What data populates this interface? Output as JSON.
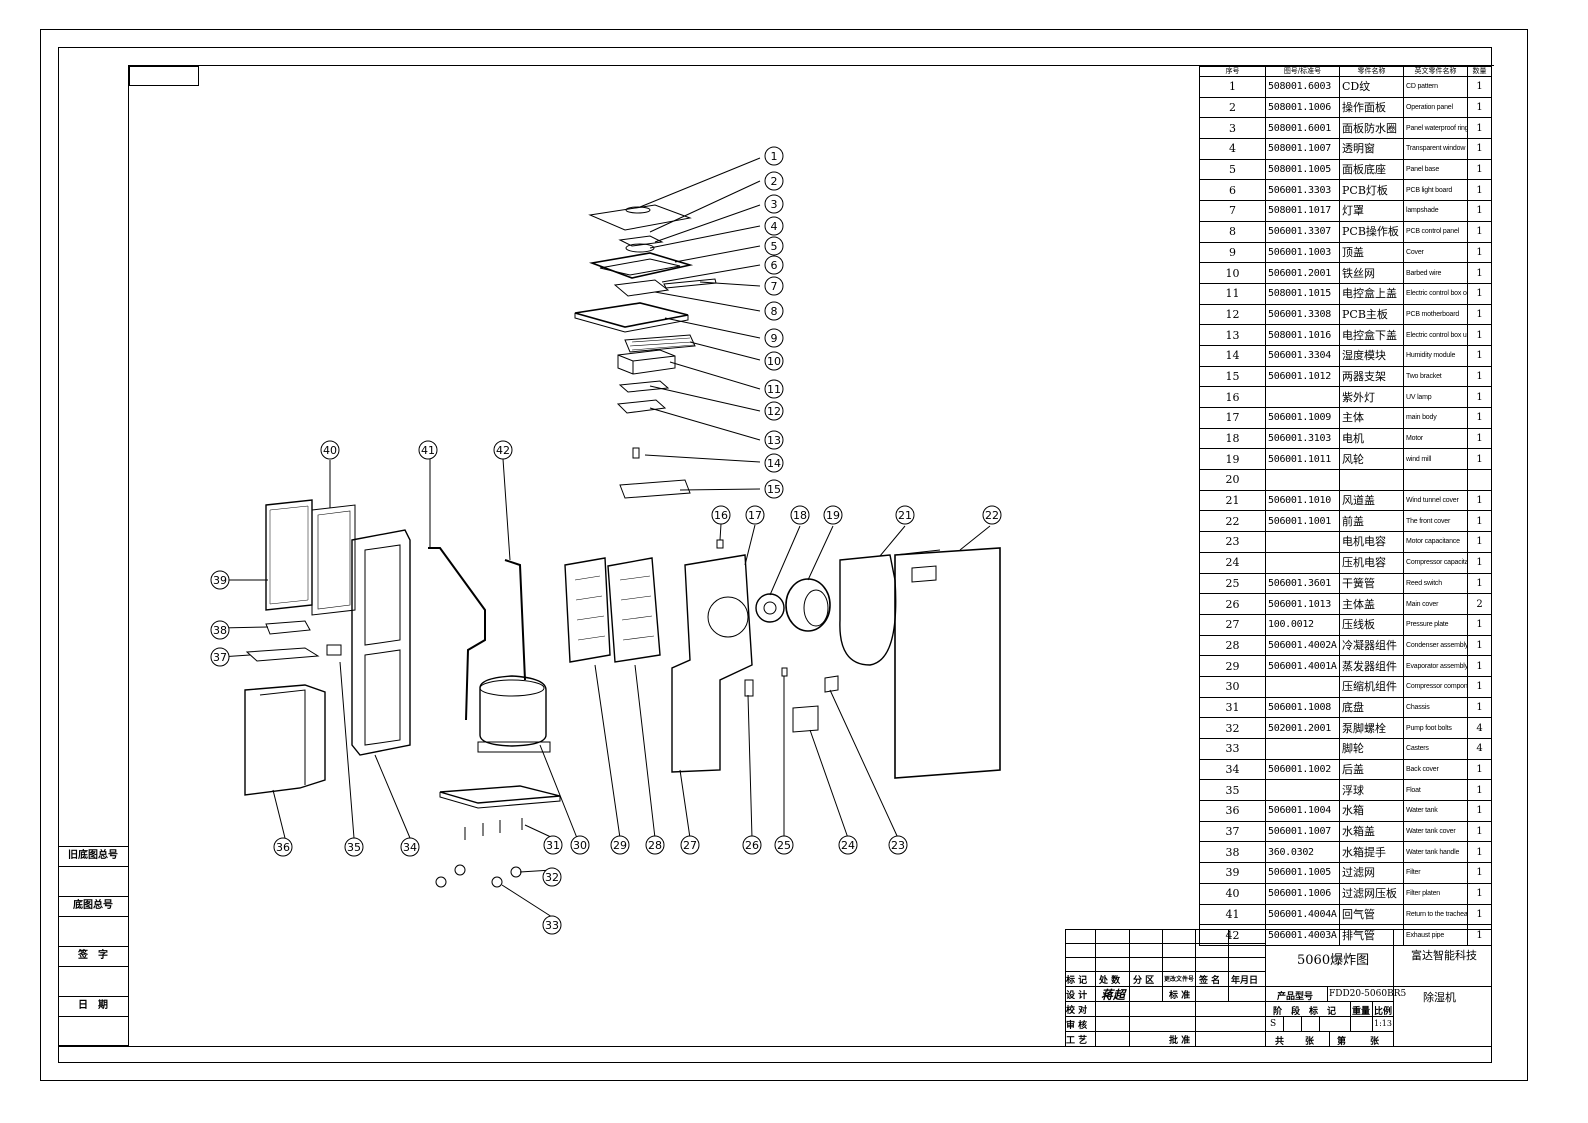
{
  "bom": {
    "headers": {
      "no": "序号",
      "code": "图号/标准号",
      "cn": "零件名称",
      "en": "英文零件名称",
      "qty": "数量"
    },
    "rows": [
      {
        "no": "1",
        "code": "508001.6003",
        "cn": "CD纹",
        "en": "CD pattern",
        "qty": "1"
      },
      {
        "no": "2",
        "code": "508001.1006",
        "cn": "操作面板",
        "en": "Operation panel",
        "qty": "1"
      },
      {
        "no": "3",
        "code": "508001.6001",
        "cn": "面板防水圈",
        "en": "Panel waterproof ring",
        "qty": "1"
      },
      {
        "no": "4",
        "code": "508001.1007",
        "cn": "透明窗",
        "en": "Transparent window",
        "qty": "1"
      },
      {
        "no": "5",
        "code": "508001.1005",
        "cn": "面板底座",
        "en": "Panel base",
        "qty": "1"
      },
      {
        "no": "6",
        "code": "506001.3303",
        "cn": "PCB灯板",
        "en": "PCB light board",
        "qty": "1"
      },
      {
        "no": "7",
        "code": "508001.1017",
        "cn": "灯罩",
        "en": "lampshade",
        "qty": "1"
      },
      {
        "no": "8",
        "code": "506001.3307",
        "cn": "PCB操作板",
        "en": "PCB control panel",
        "qty": "1"
      },
      {
        "no": "9",
        "code": "506001.1003",
        "cn": "顶盖",
        "en": "Cover",
        "qty": "1"
      },
      {
        "no": "10",
        "code": "506001.2001",
        "cn": "铁丝网",
        "en": "Barbed wire",
        "qty": "1"
      },
      {
        "no": "11",
        "code": "508001.1015",
        "cn": "电控盒上盖",
        "en": "Electric control box cover",
        "qty": "1"
      },
      {
        "no": "12",
        "code": "506001.3308",
        "cn": "PCB主板",
        "en": "PCB motherboard",
        "qty": "1"
      },
      {
        "no": "13",
        "code": "508001.1016",
        "cn": "电控盒下盖",
        "en": "Electric control box under the cover",
        "qty": "1"
      },
      {
        "no": "14",
        "code": "506001.3304",
        "cn": "湿度模块",
        "en": "Humidity module",
        "qty": "1"
      },
      {
        "no": "15",
        "code": "506001.1012",
        "cn": "两器支架",
        "en": "Two bracket",
        "qty": "1"
      },
      {
        "no": "16",
        "code": "",
        "cn": "紫外灯",
        "en": "UV lamp",
        "qty": "1"
      },
      {
        "no": "17",
        "code": "506001.1009",
        "cn": "主体",
        "en": "main body",
        "qty": "1"
      },
      {
        "no": "18",
        "code": "506001.3103",
        "cn": "电机",
        "en": "Motor",
        "qty": "1"
      },
      {
        "no": "19",
        "code": "506001.1011",
        "cn": "风轮",
        "en": "wind mill",
        "qty": "1"
      },
      {
        "no": "20",
        "code": "",
        "cn": "",
        "en": "",
        "qty": ""
      },
      {
        "no": "21",
        "code": "506001.1010",
        "cn": "风道盖",
        "en": "Wind tunnel cover",
        "qty": "1"
      },
      {
        "no": "22",
        "code": "506001.1001",
        "cn": "前盖",
        "en": "The front cover",
        "qty": "1"
      },
      {
        "no": "23",
        "code": "",
        "cn": "电机电容",
        "en": "Motor capacitance",
        "qty": "1"
      },
      {
        "no": "24",
        "code": "",
        "cn": "压机电容",
        "en": "Compressor capacitance",
        "qty": "1"
      },
      {
        "no": "25",
        "code": "506001.3601",
        "cn": "干簧管",
        "en": "Reed switch",
        "qty": "1"
      },
      {
        "no": "26",
        "code": "506001.1013",
        "cn": "主体盖",
        "en": "Main cover",
        "qty": "2"
      },
      {
        "no": "27",
        "code": "100.0012",
        "cn": "压线板",
        "en": "Pressure plate",
        "qty": "1"
      },
      {
        "no": "28",
        "code": "506001.4002A",
        "cn": "冷凝器组件",
        "en": "Condenser assembly",
        "qty": "1"
      },
      {
        "no": "29",
        "code": "506001.4001A",
        "cn": "蒸发器组件",
        "en": "Evaporator assembly",
        "qty": "1"
      },
      {
        "no": "30",
        "code": "",
        "cn": "压缩机组件",
        "en": "Compressor components",
        "qty": "1"
      },
      {
        "no": "31",
        "code": "506001.1008",
        "cn": "底盘",
        "en": "Chassis",
        "qty": "1"
      },
      {
        "no": "32",
        "code": "502001.2001",
        "cn": "泵脚螺栓",
        "en": "Pump foot bolts",
        "qty": "4"
      },
      {
        "no": "33",
        "code": "",
        "cn": "脚轮",
        "en": "Casters",
        "qty": "4"
      },
      {
        "no": "34",
        "code": "506001.1002",
        "cn": "后盖",
        "en": "Back cover",
        "qty": "1"
      },
      {
        "no": "35",
        "code": "",
        "cn": "浮球",
        "en": "Float",
        "qty": "1"
      },
      {
        "no": "36",
        "code": "506001.1004",
        "cn": "水箱",
        "en": "Water tank",
        "qty": "1"
      },
      {
        "no": "37",
        "code": "506001.1007",
        "cn": "水箱盖",
        "en": "Water tank cover",
        "qty": "1"
      },
      {
        "no": "38",
        "code": "360.0302",
        "cn": "水箱提手",
        "en": "Water tank handle",
        "qty": "1"
      },
      {
        "no": "39",
        "code": "506001.1005",
        "cn": "过滤网",
        "en": "Filter",
        "qty": "1"
      },
      {
        "no": "40",
        "code": "506001.1006",
        "cn": "过滤网压板",
        "en": "Filter platen",
        "qty": "1"
      },
      {
        "no": "41",
        "code": "506001.4004A",
        "cn": "回气管",
        "en": "Return to the trachea",
        "qty": "1"
      },
      {
        "no": "42",
        "code": "506001.4003A",
        "cn": "排气管",
        "en": "Exhaust pipe",
        "qty": "1"
      }
    ]
  },
  "side": {
    "old_drawing_no": "旧底图总号",
    "drawing_no": "底图总号",
    "signature": "签　字",
    "date": "日　期"
  },
  "title_block": {
    "drawing_title": "5060爆炸图",
    "company": "富达智能科技",
    "product_name": "除湿机",
    "model_label": "产品型号",
    "model_value": "FDD20-5060BR5",
    "stage_label": "阶　段　标　记",
    "weight_label": "重量",
    "scale_label": "比例",
    "stage_value": "S",
    "scale_value": "1:13",
    "total_label": "共",
    "sheets_label": "张",
    "page_label": "第",
    "page_sheets_label": "张",
    "rev": {
      "mark": "标 记",
      "count": "处 数",
      "zone": "分 区",
      "change_doc": "更改文件号",
      "sign": "签 名",
      "date": "年月日"
    },
    "roles": {
      "design": "设 计",
      "check": "校 对",
      "review": "审 核",
      "process": "工 艺",
      "standard": "标 准",
      "approve": "批 准"
    },
    "designer_signature": "蒋超"
  },
  "callouts": [
    "1",
    "2",
    "3",
    "4",
    "5",
    "6",
    "7",
    "8",
    "9",
    "10",
    "11",
    "12",
    "13",
    "14",
    "15",
    "16",
    "17",
    "18",
    "19",
    "21",
    "22",
    "23",
    "24",
    "25",
    "26",
    "27",
    "28",
    "29",
    "30",
    "31",
    "32",
    "33",
    "34",
    "35",
    "36",
    "37",
    "38",
    "39",
    "40",
    "41",
    "42"
  ]
}
